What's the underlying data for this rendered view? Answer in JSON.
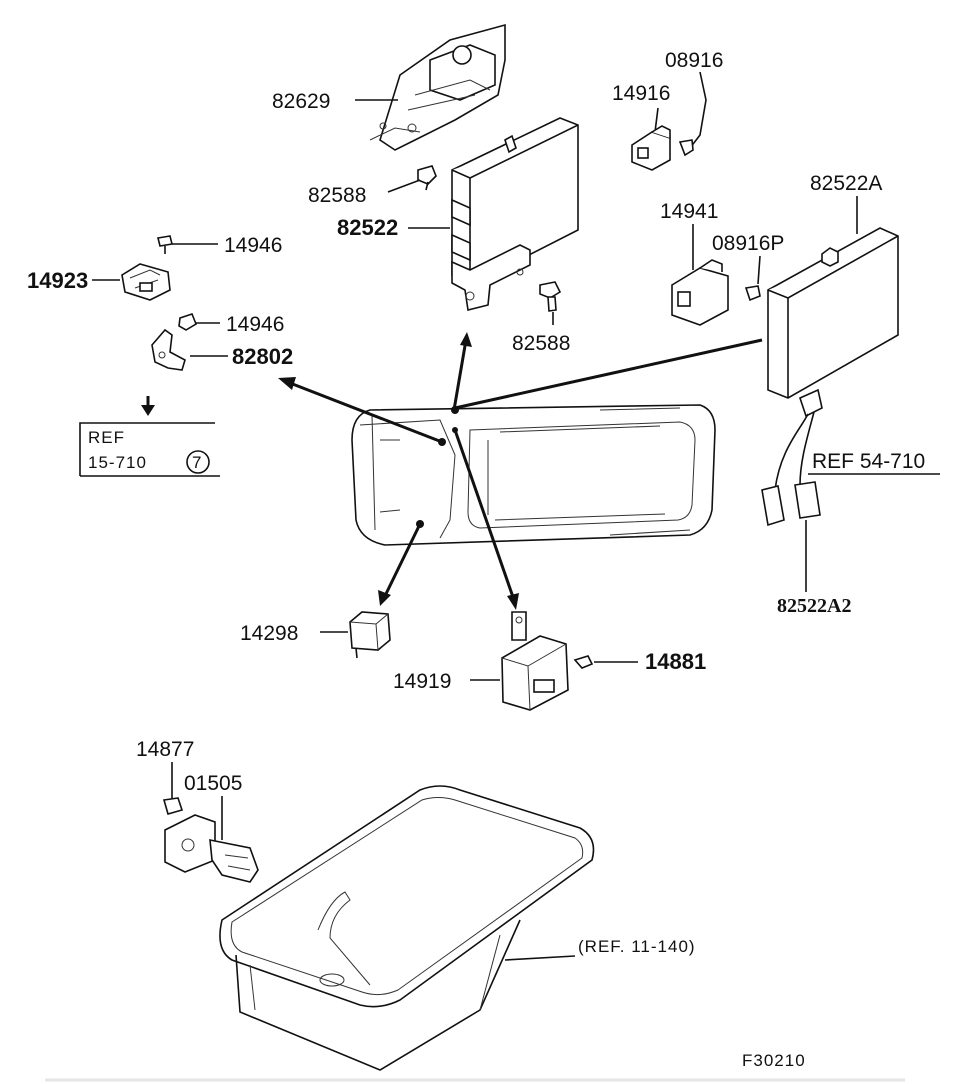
{
  "labels": {
    "p82629": "82629",
    "p82588a": "82588",
    "p82522": "82522",
    "p82588b": "82588",
    "p14946a": "14946",
    "p14923": "14923",
    "p14946b": "14946",
    "p82802": "82802",
    "ref_line1": "REF",
    "ref_line2": "15-710",
    "ref_circle": "7",
    "p08916": "08916",
    "p14916": "14916",
    "p82522A": "82522A",
    "p14941": "14941",
    "p08916P": "08916P",
    "ref_54710": "REF 54-710",
    "p82522A2": "82522A2",
    "p14298": "14298",
    "p14919": "14919",
    "p14881": "14881",
    "p14877": "14877",
    "p01505": "01505",
    "ref_11140": "(REF. 11-140)",
    "diagram_code": "F30210"
  }
}
